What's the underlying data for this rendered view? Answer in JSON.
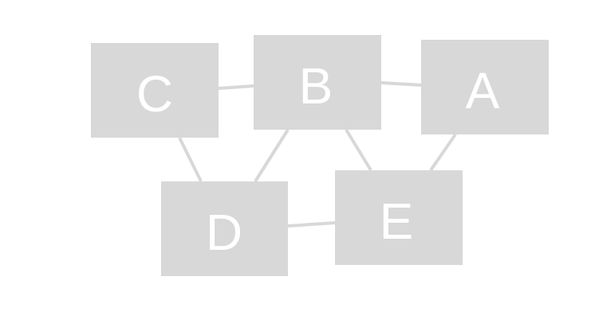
{
  "colors": {
    "node_fill": "#d8d8d8",
    "edge_stroke": "#d8d8d8",
    "label_fill": "#ffffff",
    "background": "#ffffff"
  },
  "nodes": [
    {
      "id": "C",
      "label": "C"
    },
    {
      "id": "B",
      "label": "B"
    },
    {
      "id": "A",
      "label": "A"
    },
    {
      "id": "D",
      "label": "D"
    },
    {
      "id": "E",
      "label": "E"
    }
  ],
  "edges": [
    {
      "from": "C",
      "to": "B"
    },
    {
      "from": "B",
      "to": "A"
    },
    {
      "from": "C",
      "to": "D"
    },
    {
      "from": "B",
      "to": "D"
    },
    {
      "from": "B",
      "to": "E"
    },
    {
      "from": "A",
      "to": "E"
    },
    {
      "from": "D",
      "to": "E"
    }
  ]
}
